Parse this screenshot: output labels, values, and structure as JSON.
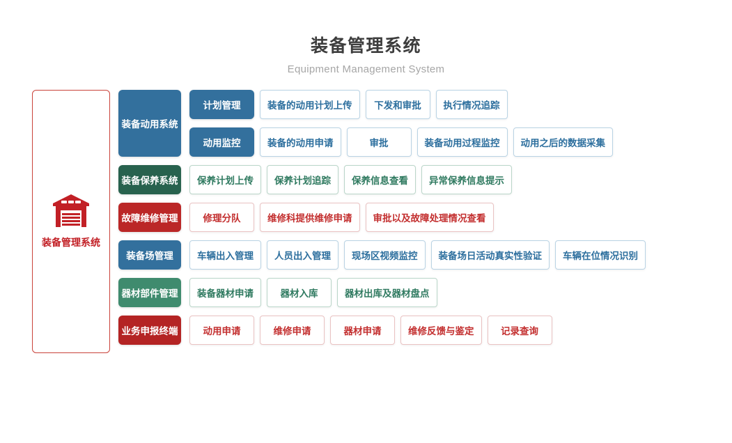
{
  "header": {
    "title": "装备管理系统",
    "subtitle": "Equipment Management System"
  },
  "root": {
    "label": "装备管理系统",
    "icon": "warehouse-icon",
    "icon_color": "#c22026",
    "border_color": "#c9423a"
  },
  "themes": {
    "blue": {
      "fill": "#33709d",
      "leaf_text": "#2d6f9e",
      "leaf_border": "#b9d3e4"
    },
    "dark_green": {
      "fill": "#28624e",
      "leaf_text": "#2f7a60",
      "leaf_border": "#bad6c9"
    },
    "green": {
      "fill": "#3f8b6e",
      "leaf_text": "#2f7a60",
      "leaf_border": "#bad6c9"
    },
    "red": {
      "fill": "#bb2727",
      "leaf_text": "#c32f2f",
      "leaf_border": "#eac2c2"
    },
    "dark_red": {
      "fill": "#b42424",
      "leaf_text": "#c32f2f",
      "leaf_border": "#eac2c2"
    }
  },
  "groups": [
    {
      "name": "装备动用系统",
      "theme": "blue",
      "subgroups": [
        {
          "name": "计划管理",
          "items": [
            "装备的动用计划上传",
            "下发和审批",
            "执行情况追踪"
          ]
        },
        {
          "name": "动用监控",
          "items": [
            "装备的动用申请",
            "审批",
            "装备动用过程监控",
            "动用之后的数据采集"
          ]
        }
      ]
    },
    {
      "name": "装备保养系统",
      "theme": "dark_green",
      "items": [
        "保养计划上传",
        "保养计划追踪",
        "保养信息查看",
        "异常保养信息提示"
      ]
    },
    {
      "name": "故障维修管理",
      "theme": "red",
      "items": [
        "修理分队",
        "维修科提供维修申请",
        "审批以及故障处理情况查看"
      ]
    },
    {
      "name": "装备场管理",
      "theme": "blue",
      "items": [
        "车辆出入管理",
        "人员出入管理",
        "现场区视频监控",
        "装备场日活动真实性验证",
        "车辆在位情况识别"
      ]
    },
    {
      "name": "器材部件管理",
      "theme": "green",
      "items": [
        "装备器材申请",
        "器材入库",
        "器材出库及器材盘点"
      ]
    },
    {
      "name": "业务申报终端",
      "theme": "dark_red",
      "items": [
        "动用申请",
        "维修申请",
        "器材申请",
        "维修反馈与鉴定",
        "记录查询"
      ]
    }
  ]
}
